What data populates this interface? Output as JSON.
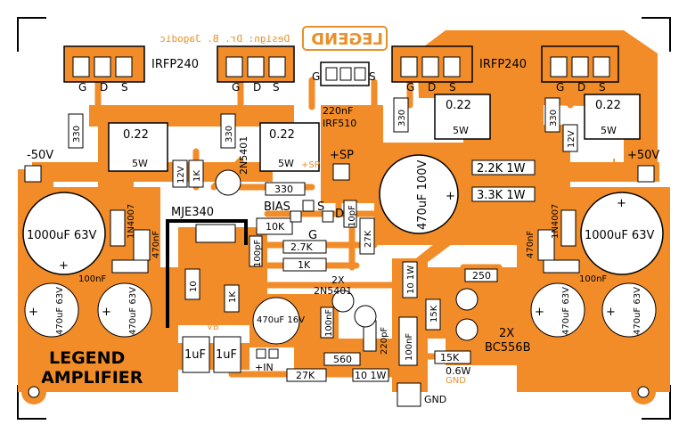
{
  "board": {
    "title_line1": "LEGEND",
    "title_line2": "AMPLIFIER",
    "design_credit": "Design: Dr. B. Jagodic",
    "logo_text": "LEGEND"
  },
  "colors": {
    "copper": "#f28c28",
    "pad": "#ffffff",
    "ink": "#000000",
    "accent_text": "#e8902a"
  },
  "transistors": {
    "q1_label": "IRFP240",
    "q2_label": "IRFP240",
    "q1_pins": [
      "G",
      "D",
      "S"
    ],
    "q2_pins": [
      "G",
      "D",
      "S"
    ],
    "q3_pins": [
      "G",
      "D",
      "S"
    ],
    "q4_pins": [
      "G",
      "D",
      "S"
    ],
    "irf510_pins": [
      "G",
      "S"
    ],
    "irf510_cap": "220nF",
    "irf510_label": "IRF510",
    "mje340": "MJE340",
    "n5401_top": "2N5401",
    "n5401_pair_count": "2X",
    "n5401_pair": "2N5401",
    "bc556_count": "2X",
    "bc556": "BC556B"
  },
  "resistors": {
    "r330_a": "330",
    "r330_b": "330",
    "r330_c": "330",
    "r330_d": "330",
    "r330_h": "330",
    "r022_a": "0.22",
    "r022_a_w": "5W",
    "r022_b": "0.22",
    "r022_b_w": "5W",
    "r022_c": "0.22",
    "r022_c_w": "5W",
    "r022_d": "0.22",
    "r022_d_w": "5W",
    "r12v_a": "12V",
    "r1k_a": "1K",
    "r12v_b": "12V",
    "r2k2": "2.2K 1W",
    "r3k3": "3.3K 1W",
    "r27k_a": "2.7K",
    "r1k_b": "1K",
    "r27k_b": "27K",
    "r10k": "10K",
    "r27k_c": "27K",
    "r10_a": "10",
    "r1k_c": "1K",
    "r10_1w_a": "10 1W",
    "r250": "250",
    "r15k_a": "15K",
    "r15k_b": "15K",
    "r15k_b_w": "0.6W",
    "r560": "560",
    "r10_1w_b": "10 1W"
  },
  "capacitors": {
    "c_big_l": "1000uF 63V",
    "c_big_r": "1000uF 63V",
    "c470_l1": "470uF 63V",
    "c470_l2": "470uF 63V",
    "c470_r1": "470uF 63V",
    "c470_r2": "470uF 63V",
    "c470_100v": "470uF 100V",
    "c470_16v": "470uF 16V",
    "c470nf_l": "470nF",
    "c470nf_r": "470nF",
    "c100nf_l": "100nF",
    "c100nf_r": "100nF",
    "c100pf_a": "100pF",
    "c10pf": "10pF",
    "c100nf_m": "100nF",
    "c220pf": "220pF",
    "c100nf_g": "100nF",
    "c1uf_a": "1uF",
    "c1uf_b": "1uF"
  },
  "diodes": {
    "d_left": "1N4007",
    "d_right": "1N4007"
  },
  "connectors": {
    "minus50": "-50V",
    "plus50": "+50V",
    "plus_sp": "+SP",
    "sp_small": "+SP",
    "bias": "BIAS",
    "bias_s": "S",
    "bias_g": "G",
    "bias_d": "D",
    "vb": "VB",
    "plus_in": "+IN",
    "gnd": "GND",
    "gnd_small": "GND"
  },
  "polarity": {
    "plus": "+",
    "minus": "-"
  }
}
